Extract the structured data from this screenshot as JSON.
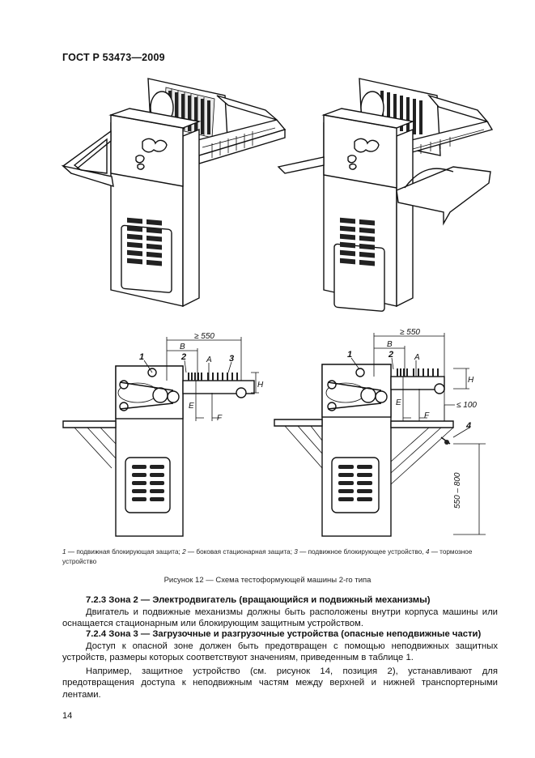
{
  "header": {
    "standard": "ГОСТ Р 53473—2009"
  },
  "figure": {
    "dims": {
      "len_left": "≥ 550",
      "len_right": "≥ 550",
      "b": "B",
      "a": "A",
      "e": "E",
      "f": "F",
      "h": "H",
      "d100": "≤ 100",
      "h550": "550 – 800"
    },
    "callouts": {
      "n1": "1",
      "n2": "2",
      "n3": "3",
      "n4": "4"
    },
    "legend": [
      {
        "num": "1 —",
        "text": "подвижная блокирующая защита;"
      },
      {
        "num": "2 —",
        "text": "боковая стационарная защита;"
      },
      {
        "num": "3 —",
        "text": "подвижное блокирующее устройство,"
      },
      {
        "num": "4 —",
        "text": "тормозное устройство"
      }
    ],
    "caption": "Рисунок 12 — Схема тестоформующей машины 2-го типа"
  },
  "section_723": {
    "heading": "7.2.3 Зона 2 — Электродвигатель (вращающийся и подвижный механизмы)",
    "para": "Двигатель и подвижные механизмы должны быть расположены внутри корпуса машины или оснащается стационарным или блокирующим защитным устройством."
  },
  "section_724": {
    "heading": "7.2.4 Зона 3 — Загрузочные и разгрузочные устройства (опасные неподвижные части)",
    "para1": "Доступ к опасной зоне должен быть предотвращен с помощью неподвижных защитных устройств, размеры которых соответствуют значениям, приведенным в таблице 1.",
    "para2": "Например, защитное устройство (см. рисунок 14, позиция 2), устанавливают для предотвращения доступа к неподвижным частям между верхней и нижней транспортерными лентами."
  },
  "page": {
    "number": "14"
  }
}
